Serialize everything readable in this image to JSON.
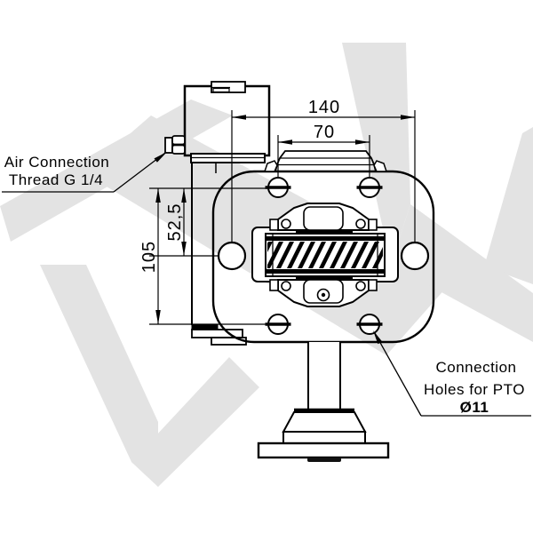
{
  "drawing": {
    "labels": {
      "air": {
        "line1": "Air Connection",
        "line2": "Thread  G 1/4"
      },
      "pto": {
        "line1": "Connection",
        "line2": "Holes for PTO",
        "line3": "Ø11"
      }
    },
    "dimensions": {
      "hole_spacing_horizontal": "140",
      "cover_screw_spacing": "70",
      "half_height": "52,5",
      "screw_spacing_vertical": "105"
    },
    "colors": {
      "line": "#000000",
      "watermark": "#e3e3e3",
      "background": "#ffffff"
    }
  }
}
